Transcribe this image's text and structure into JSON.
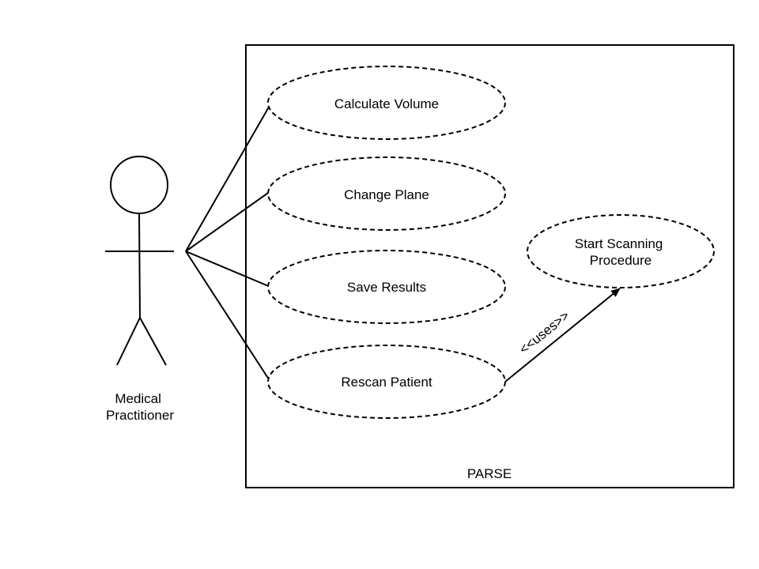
{
  "system": {
    "name": "PARSE"
  },
  "actor": {
    "name_line1": "Medical",
    "name_line2": "Practitioner"
  },
  "use_cases": {
    "calculate_volume": "Calculate Volume",
    "change_plane": "Change Plane",
    "save_results": "Save Results",
    "rescan_patient": "Rescan Patient",
    "start_scanning_line1": "Start Scanning",
    "start_scanning_line2": "Procedure"
  },
  "relations": {
    "uses_label": "<<uses>>"
  },
  "colors": {
    "line": "#000000",
    "background": "#ffffff"
  }
}
